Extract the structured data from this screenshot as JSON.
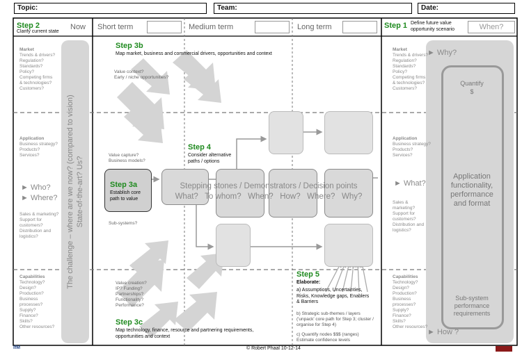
{
  "header": {
    "topic": "Topic:",
    "team": "Team:",
    "date": "Date:"
  },
  "columns": {
    "now": "Now",
    "short": "Short term",
    "medium": "Medium term",
    "long": "Long term",
    "when": "When?"
  },
  "step1": {
    "title": "Step 1",
    "desc": "Define future value opportunity scenario"
  },
  "step2": {
    "title": "Step 2",
    "desc": "Clarify current state"
  },
  "step3a": {
    "title": "Step 3a",
    "desc": "Establish core path to value"
  },
  "step3b": {
    "title": "Step 3b",
    "desc": "Map market, business and commercial drivers, opportunities and context"
  },
  "step3c": {
    "title": "Step 3c",
    "desc": "Map technology, finance, resource and partnering requirements, opportunities and context"
  },
  "step4": {
    "title": "Step 4",
    "desc": "Consider alternative paths / options"
  },
  "step5": {
    "title": "Step 5",
    "desc": "Elaborate:",
    "a": "a) Assumptions, Uncertainties, Risks, Knowledge gaps, Enablers & Barriers",
    "b": "b) Strategic sub-themes / layers ('unpack' core path for Step 3; cluster / organise for Step 4)",
    "c": "c) Quantify nodes $$$ (ranges) Estimate confidence levels"
  },
  "left": {
    "market": {
      "title": "Market",
      "body": "Trends & drivers?\nRegulation?\nStandards?\nPolicy?\nCompeting firms\n& technologies?\nCustomers?"
    },
    "application": {
      "title": "Application",
      "body": "Business strategy?\nProducts?\nServices?"
    },
    "who": "► Who?",
    "where": "► Where?",
    "sales": "Sales & marketing?\nSupport for customers?\nDistribution and logistics?",
    "capabilities": {
      "title": "Capabilities",
      "body": "Technology?\nDesign?\nProduction?\nBusiness processes?\nSupply?\nFinance?\nSkills?\nOther resources?"
    },
    "challenge": "The challenge – where are we now? (compared to vision) State-of-the-art? Us?"
  },
  "right": {
    "market": {
      "title": "Market",
      "body": "Trends & drivers?\nRegulation?\nStandards?\nPolicy?\nCompeting firms\n& technologies?\nCustomers?"
    },
    "application": {
      "title": "Application",
      "body": "Business strategy?\nProducts?\nServices?"
    },
    "sales": "Sales & marketing?\nSupport for customers?\nDistribution and logistics?",
    "capabilities": {
      "title": "Capabilities",
      "body": "Technology?\nDesign?\nProduction?\nBusiness processes?\nSupply?\nFinance?\nSkills?\nOther resources?"
    },
    "why": "► Why?",
    "what": "► What?",
    "how": "► How ?",
    "quantify": "Quantify\n$",
    "app_func": "Application functionality, performance and format",
    "subsystem": "Sub-system performance requirements"
  },
  "middle": {
    "value_context": "Value context?\nEarly / niche opportunities?",
    "value_capture": "Value capture?\nBusiness models?",
    "subsystems": "Sub-systems?",
    "value_creation": "Value creation?\nIP? Funding?\nPartnerships?\nFunctionality?\nPerformance?",
    "stepping": "Stepping stones / Demonstrators / Decision points",
    "questions": "What?   To whom?   When?   How?   Where?   Why?"
  },
  "footer": {
    "author": "© Robert Phaal   10-12-14",
    "ifm": "IfM"
  }
}
